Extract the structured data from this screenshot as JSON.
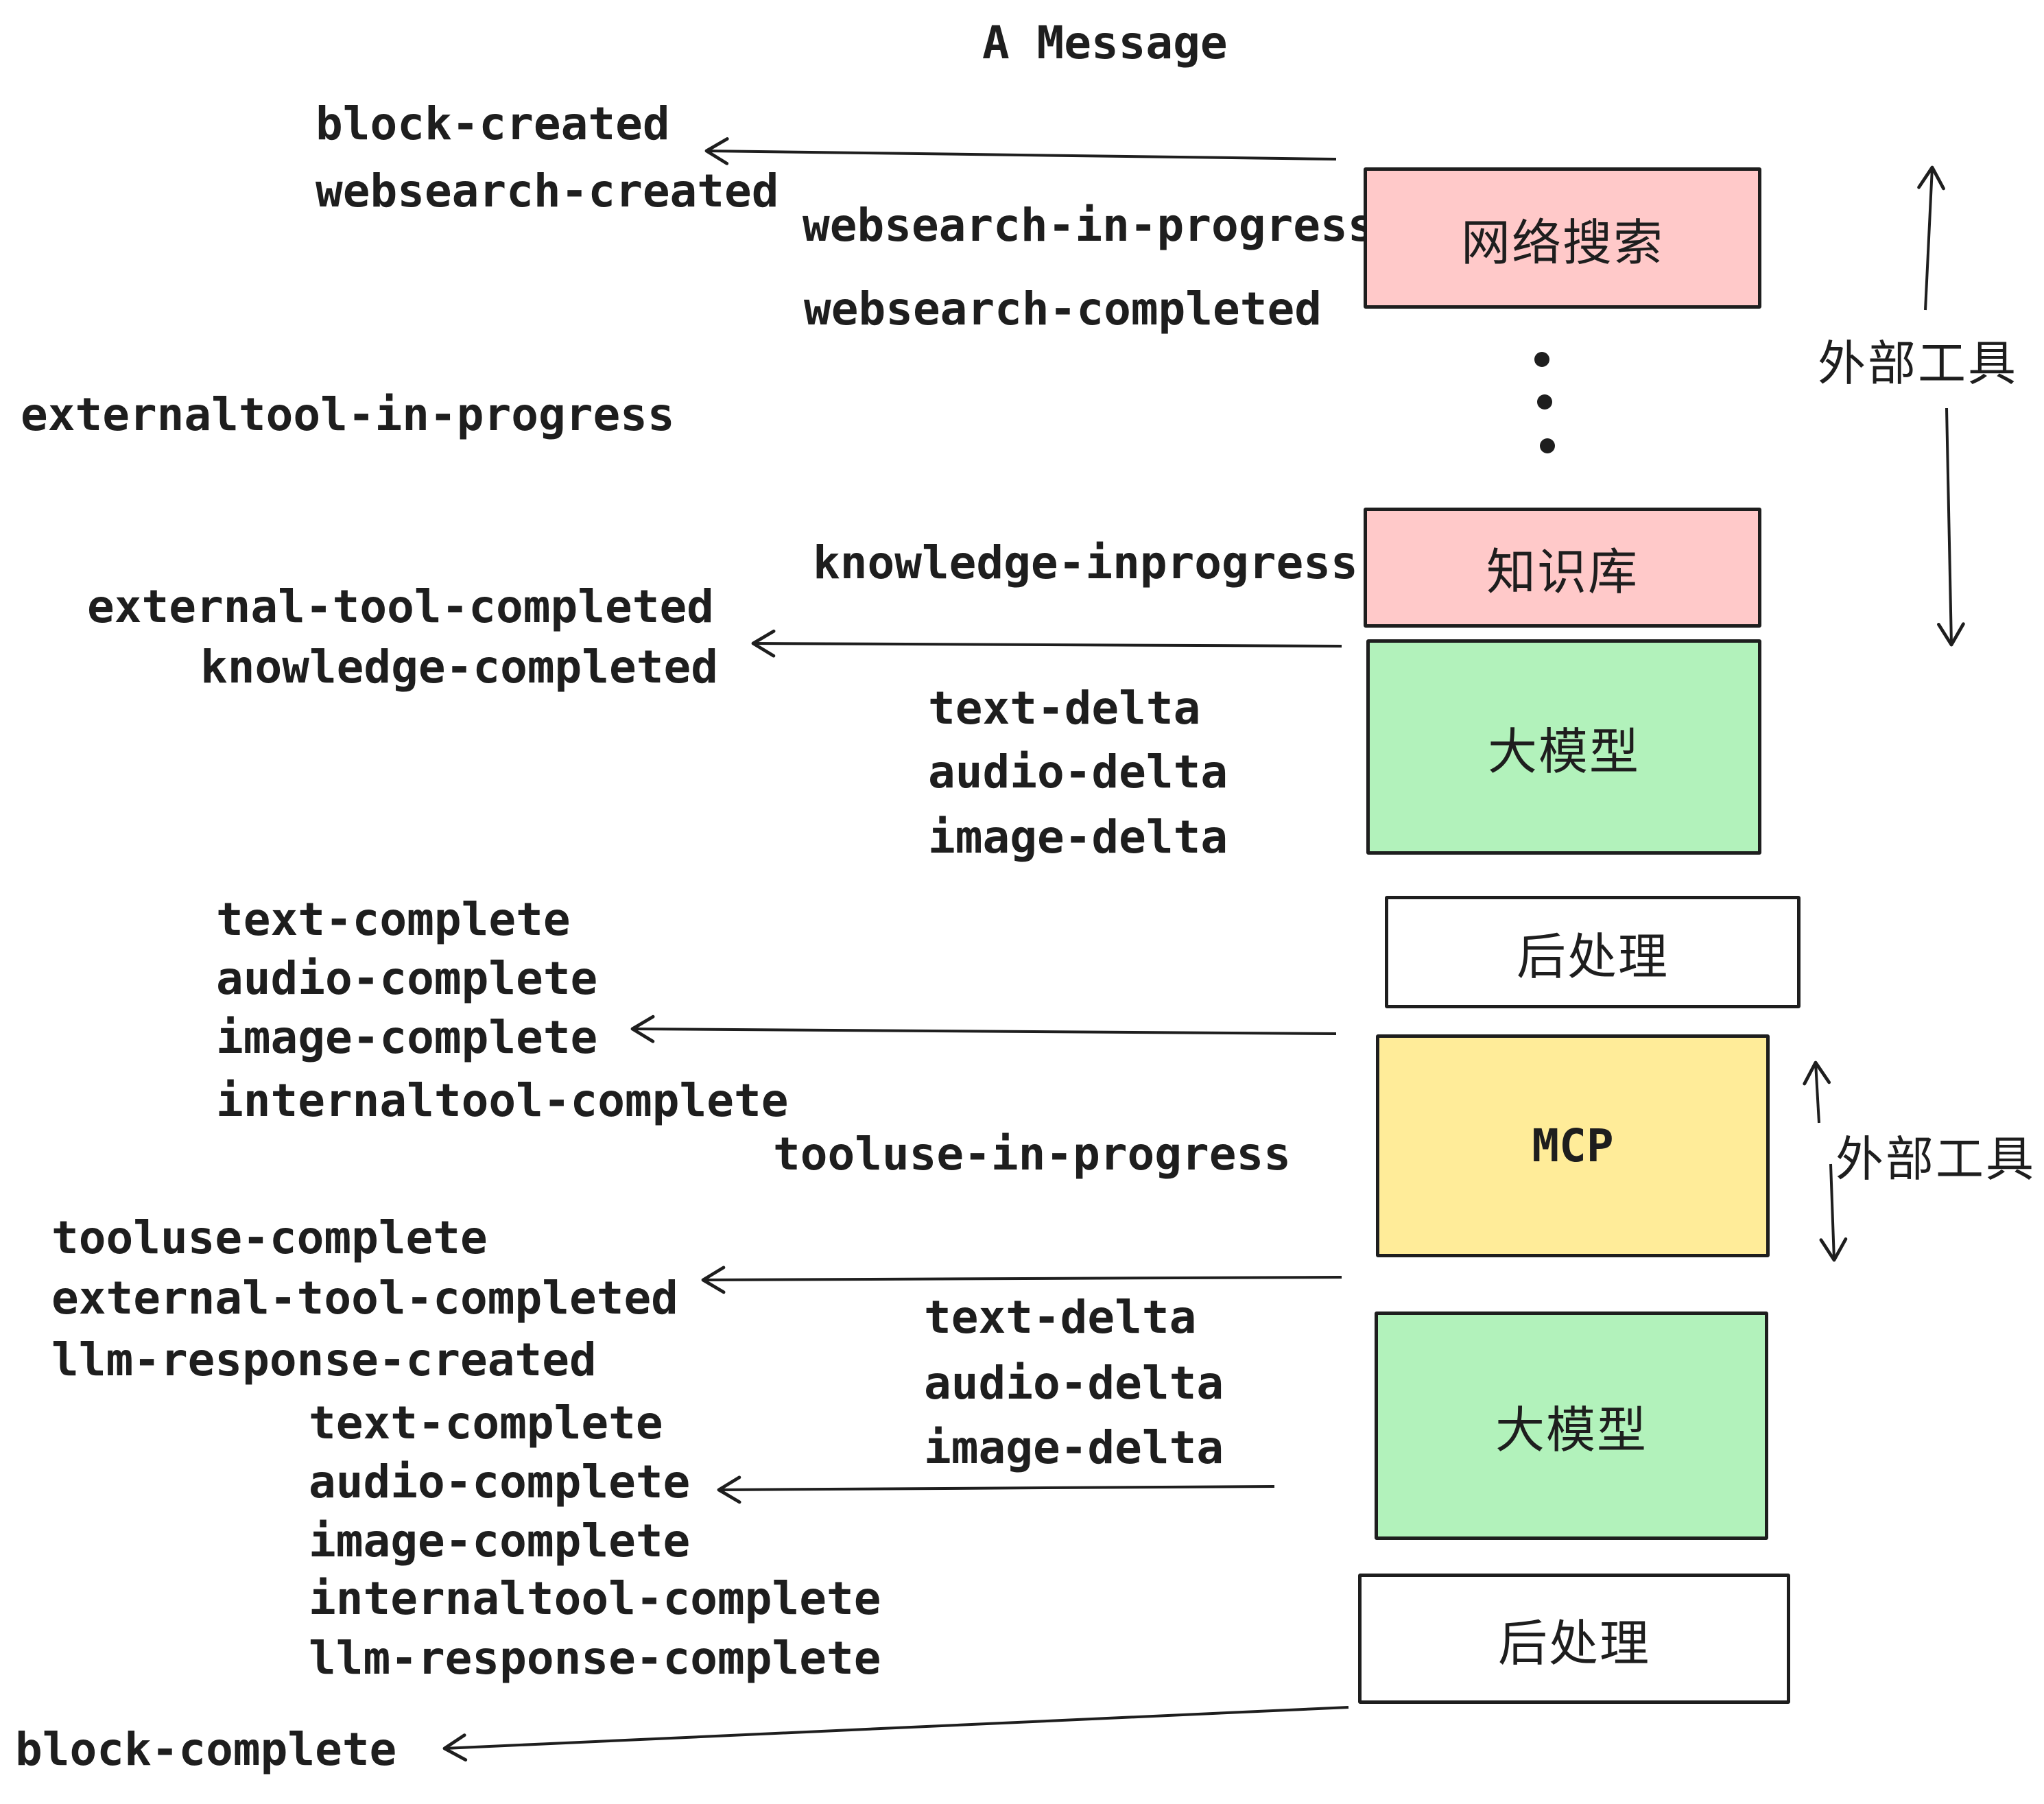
{
  "title": "A Message",
  "palette": {
    "stroke": "#1e1e1e",
    "pink": "#ffc9c9",
    "green": "#b2f2bb",
    "yellow": "#ffec99",
    "white": "#ffffff",
    "background": "#ffffff"
  },
  "events": [
    "block-created",
    "websearch-created",
    "websearch-in-progress",
    "websearch-completed",
    "externaltool-in-progress",
    "knowledge-inprogress",
    "external-tool-completed",
    "knowledge-completed",
    "text-delta",
    "audio-delta",
    "image-delta",
    "text-complete",
    "audio-complete",
    "image-complete",
    "internaltool-complete",
    "tooluse-in-progress",
    "tooluse-complete",
    "external-tool-completed",
    "llm-response-created",
    "text-complete",
    "audio-complete",
    "image-complete",
    "internaltool-complete",
    "llm-response-complete",
    "block-complete",
    "text-delta",
    "audio-delta",
    "image-delta"
  ],
  "boxes": [
    {
      "label": "网络搜索",
      "fill": "#ffc9c9"
    },
    {
      "label": "知识库",
      "fill": "#ffc9c9"
    },
    {
      "label": "大模型",
      "fill": "#b2f2bb"
    },
    {
      "label": "后处理",
      "fill": "#ffffff"
    },
    {
      "label": "MCP",
      "fill": "#ffec99"
    },
    {
      "label": "大模型",
      "fill": "#b2f2bb"
    },
    {
      "label": "后处理",
      "fill": "#ffffff"
    }
  ],
  "annotations": {
    "external_tools_top": "外部工具",
    "external_tools_mid": "外部工具"
  }
}
